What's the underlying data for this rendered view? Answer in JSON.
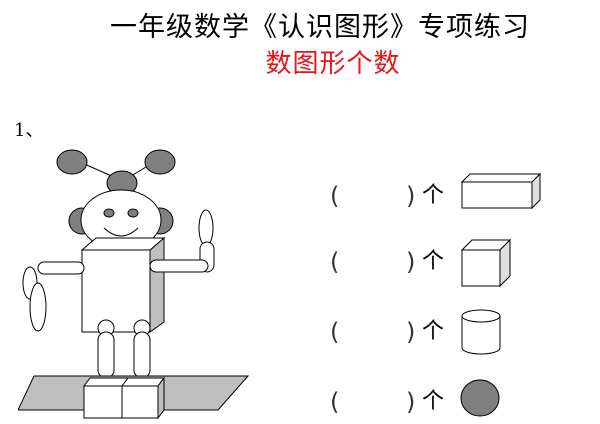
{
  "header": {
    "title": "一年级数学《认识图形》专项练习",
    "subtitle": "数图形个数"
  },
  "question": {
    "number": "1、",
    "rows": [
      {
        "open": "(",
        "close": ")",
        "unit": "个",
        "shape_icon": "cuboid-icon"
      },
      {
        "open": "(",
        "close": ")",
        "unit": "个",
        "shape_icon": "cube-icon"
      },
      {
        "open": "(",
        "close": ")",
        "unit": "个",
        "shape_icon": "cylinder-icon"
      },
      {
        "open": "(",
        "close": ")",
        "unit": "个",
        "shape_icon": "sphere-icon"
      }
    ]
  },
  "colors": {
    "subtitle": "#e8151b",
    "ball": "#808080",
    "outline": "#000000",
    "face_side": "#bfbfbf"
  }
}
